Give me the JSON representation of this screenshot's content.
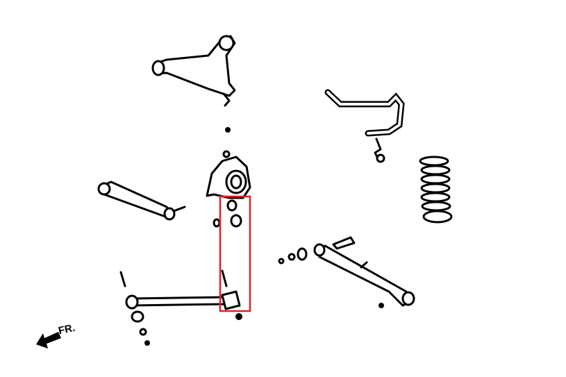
{
  "direction_label": "FR.",
  "highlight_color": "#e41e26",
  "parts": [
    "upper-control-arm",
    "stabilizer-bar",
    "stabilizer-link",
    "coil-spring",
    "knuckle",
    "trailing-arm",
    "lower-arm",
    "toe-link",
    "bushings"
  ]
}
